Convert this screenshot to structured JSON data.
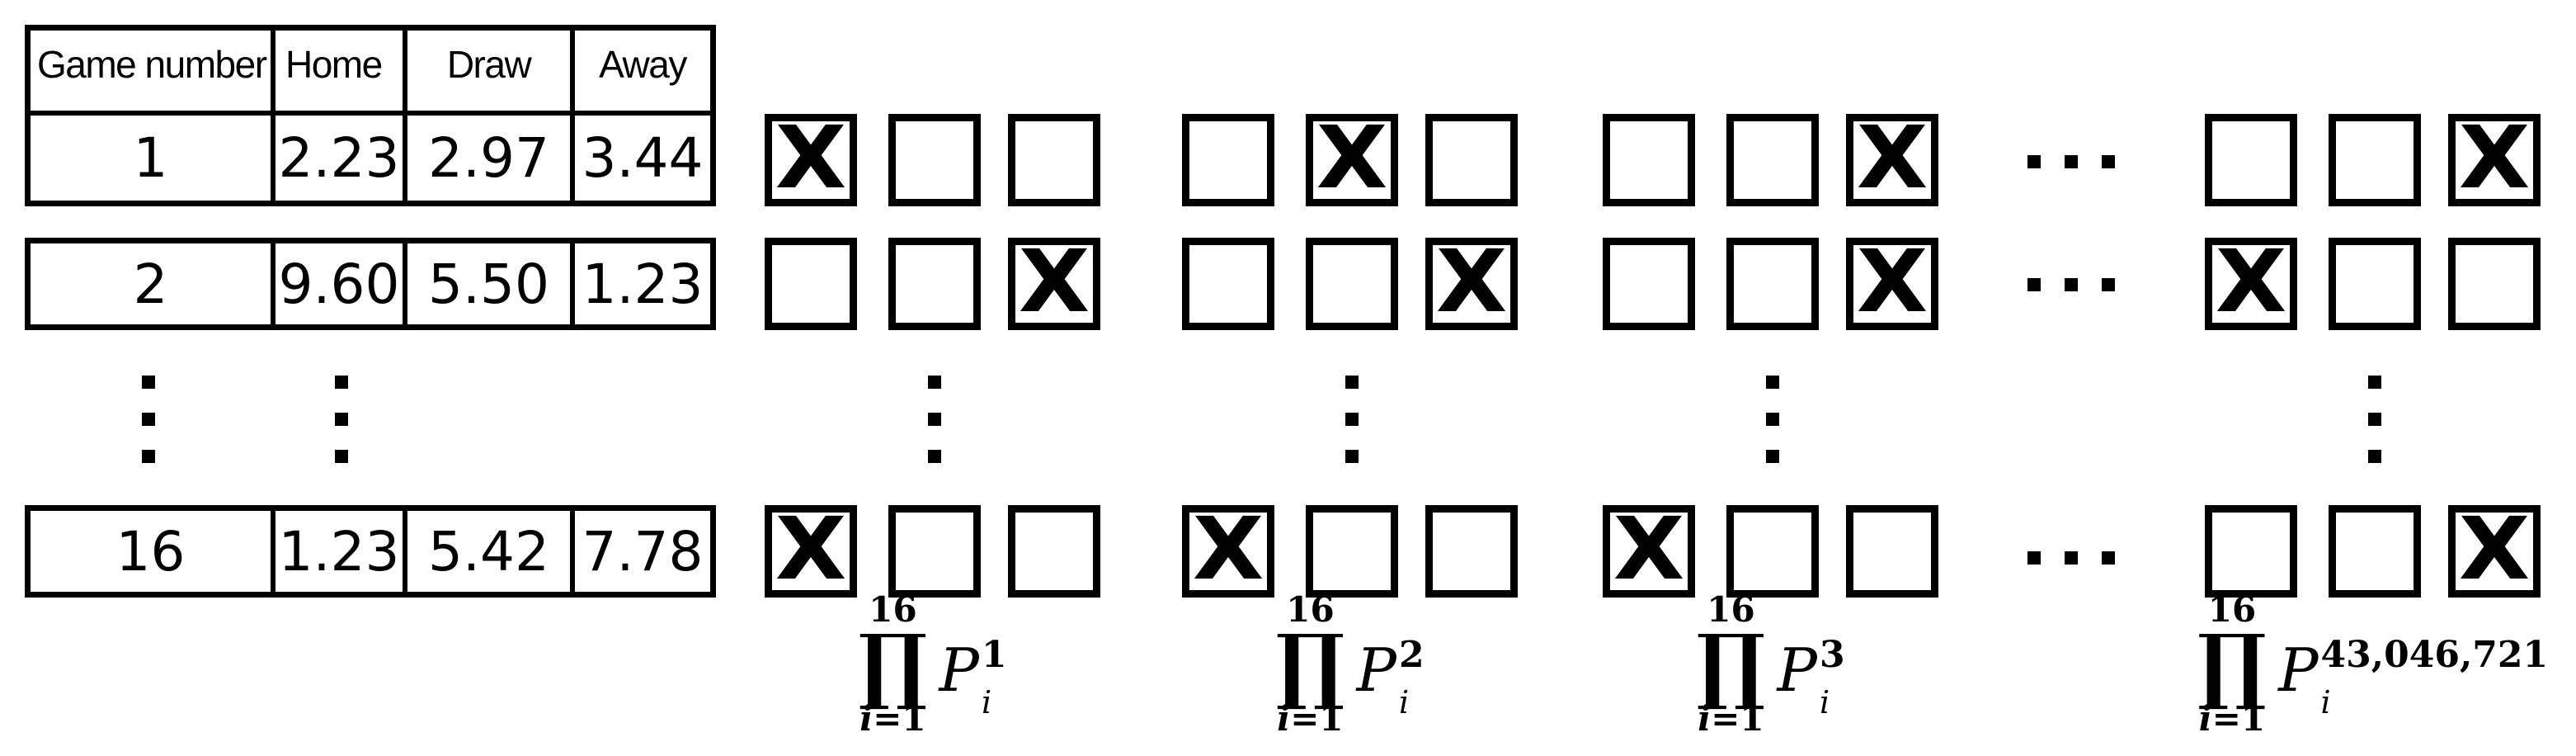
{
  "figure": {
    "background_color": "#ffffff",
    "ink_color": "#000000",
    "mark_glyph": "X",
    "icons": {
      "vertical_ellipsis": "three-square-dots-vertical",
      "horizontal_ellipsis": "three-square-dots-horizontal"
    }
  },
  "table": {
    "headers": [
      "Game number",
      "Home",
      "Draw",
      "Away"
    ],
    "rows": [
      {
        "game": "1",
        "home": "2.23",
        "draw": "2.97",
        "away": "3.44"
      },
      {
        "game": "2",
        "home": "9.60",
        "draw": "5.50",
        "away": "1.23"
      },
      {
        "game": "16",
        "home": "1.23",
        "draw": "5.42",
        "away": "7.78"
      }
    ]
  },
  "tickets": [
    {
      "marks": [
        [
          "X",
          "",
          ""
        ],
        [
          "",
          "",
          "X"
        ],
        [
          "X",
          "",
          ""
        ]
      ],
      "formula": {
        "upper_limit": "16",
        "lower_index": "i",
        "lower_eq": "=1",
        "product_symbol": "∏",
        "base": "P",
        "subscript": "i",
        "superscript": "1"
      }
    },
    {
      "marks": [
        [
          "",
          "X",
          ""
        ],
        [
          "",
          "",
          "X"
        ],
        [
          "X",
          "",
          ""
        ]
      ],
      "formula": {
        "upper_limit": "16",
        "lower_index": "i",
        "lower_eq": "=1",
        "product_symbol": "∏",
        "base": "P",
        "subscript": "i",
        "superscript": "2"
      }
    },
    {
      "marks": [
        [
          "",
          "",
          "X"
        ],
        [
          "",
          "",
          "X"
        ],
        [
          "X",
          "",
          ""
        ]
      ],
      "formula": {
        "upper_limit": "16",
        "lower_index": "i",
        "lower_eq": "=1",
        "product_symbol": "∏",
        "base": "P",
        "subscript": "i",
        "superscript": "3"
      }
    },
    {
      "marks": [
        [
          "",
          "",
          "X"
        ],
        [
          "X",
          "",
          ""
        ],
        [
          "",
          "",
          "X"
        ]
      ],
      "formula": {
        "upper_limit": "16",
        "lower_index": "i",
        "lower_eq": "=1",
        "product_symbol": "∏",
        "base": "P",
        "subscript": "i",
        "superscript": "43,046,721"
      }
    }
  ]
}
